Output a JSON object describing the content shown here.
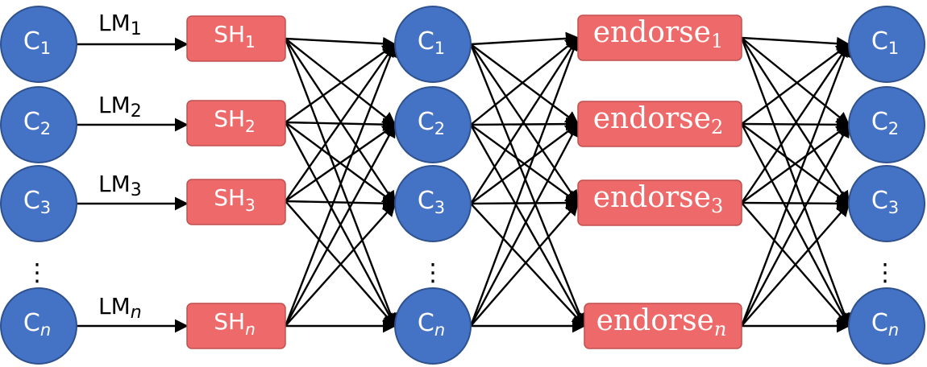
{
  "colors": {
    "node_fill": "#4472C4",
    "node_stroke": "#2F528F",
    "box_fill": "#EE6A6A",
    "box_stroke": "#C05050",
    "edge": "#000000",
    "text_on_shape": "#ffffff",
    "label": "#000000"
  },
  "stage1": {
    "nodes": [
      {
        "main": "C",
        "sub": "1",
        "sub_italic": false
      },
      {
        "main": "C",
        "sub": "2",
        "sub_italic": false
      },
      {
        "main": "C",
        "sub": "3",
        "sub_italic": false
      },
      {
        "main": "C",
        "sub": "n",
        "sub_italic": true
      }
    ],
    "edge_labels": [
      {
        "main": "LM",
        "sub": "1",
        "sub_italic": false
      },
      {
        "main": "LM",
        "sub": "2",
        "sub_italic": false
      },
      {
        "main": "LM",
        "sub": "3",
        "sub_italic": false
      },
      {
        "main": "LM",
        "sub": "n",
        "sub_italic": true
      }
    ],
    "ellipsis": "⋮"
  },
  "stage2": {
    "boxes": [
      {
        "main": "SH",
        "sub": "1",
        "sub_italic": false
      },
      {
        "main": "SH",
        "sub": "2",
        "sub_italic": false
      },
      {
        "main": "SH",
        "sub": "3",
        "sub_italic": false
      },
      {
        "main": "SH",
        "sub": "n",
        "sub_italic": true
      }
    ]
  },
  "stage3": {
    "nodes": [
      {
        "main": "C",
        "sub": "1",
        "sub_italic": false
      },
      {
        "main": "C",
        "sub": "2",
        "sub_italic": false
      },
      {
        "main": "C",
        "sub": "3",
        "sub_italic": false
      },
      {
        "main": "C",
        "sub": "n",
        "sub_italic": true
      }
    ],
    "ellipsis": "⋮"
  },
  "stage4": {
    "boxes": [
      {
        "main": "endorse",
        "sub": "1",
        "sub_italic": false
      },
      {
        "main": "endorse",
        "sub": "2",
        "sub_italic": false
      },
      {
        "main": "endorse",
        "sub": "3",
        "sub_italic": false
      },
      {
        "main": "endorse",
        "sub": "n",
        "sub_italic": true
      }
    ]
  },
  "stage5": {
    "nodes": [
      {
        "main": "C",
        "sub": "1",
        "sub_italic": false
      },
      {
        "main": "C",
        "sub": "2",
        "sub_italic": false
      },
      {
        "main": "C",
        "sub": "3",
        "sub_italic": false
      },
      {
        "main": "C",
        "sub": "n",
        "sub_italic": true
      }
    ],
    "ellipsis": "⋮"
  }
}
